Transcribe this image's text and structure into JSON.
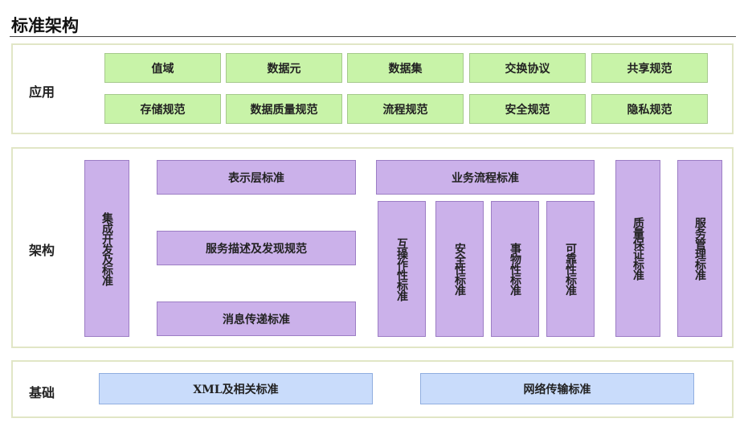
{
  "title": "标准架构",
  "application": {
    "label": "应用",
    "row1": [
      "值域",
      "数据元",
      "数据集",
      "交换协议",
      "共享规范"
    ],
    "row2": [
      "存储规范",
      "数据质量规范",
      "流程规范",
      "安全规范",
      "隐私规范"
    ]
  },
  "architecture": {
    "label": "架构",
    "integration": "集成开发及标准",
    "presentation": "表示层标准",
    "service_desc": "服务描述及发现规范",
    "messaging": "消息传递标准",
    "business_process": "业务流程标准",
    "interoperability": "互操作性标准",
    "security": "安全性标准",
    "transaction": "事物性标准",
    "reliability": "可靠性标准",
    "quality": "质量保证标准",
    "service_mgmt": "服务管理标准"
  },
  "foundation": {
    "label": "基础",
    "xml": "XML及相关标准",
    "network": "网络传输标准"
  },
  "colors": {
    "green": "#c8f3a8",
    "purple": "#cbb1ea",
    "blue": "#c9dcfb"
  }
}
